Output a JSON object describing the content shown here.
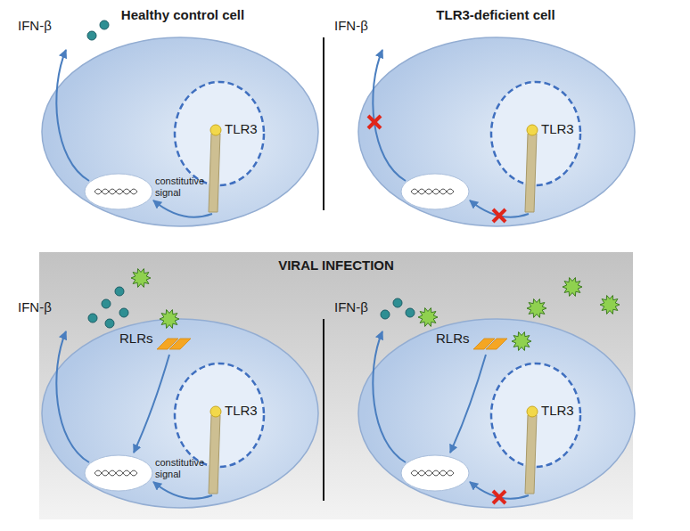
{
  "diagram": {
    "nodes": [
      {
        "text": [
          "VIRAL INFECTION"
        ]
      }
    ],
    "labels": [
      "Healthy control cell",
      "TLR3-deficient cell",
      "IFN-β",
      "TLR3",
      "constitutive signal",
      "IFN-β",
      "TLR3",
      "IFN-β",
      "RLRs",
      "TLR3",
      "constitutive signal",
      "IFN-β",
      "RLRs",
      "TLR3"
    ]
  }
}
